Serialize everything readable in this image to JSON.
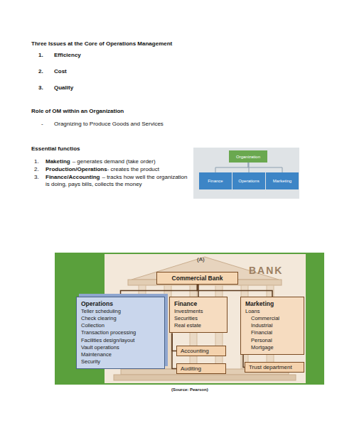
{
  "diagram": {
    "nodes": [
      {
        "text": [
          "Organization"
        ]
      },
      {
        "text": [
          "Finance"
        ]
      },
      {
        "text": [
          "Operations"
        ]
      },
      {
        "text": [
          "Marketing"
        ]
      },
      {
        "text": [
          "Commercial Bank"
        ]
      },
      {
        "text": [
          "Operations",
          "Teller scheduling",
          "Check clearing",
          "Collection",
          "Transaction processing",
          "Facilities design/layout",
          "Vault operations",
          "Maintenance",
          "Security"
        ]
      },
      {
        "text": [
          "Finance",
          "Investments",
          "Securities",
          "Real estate"
        ]
      },
      {
        "text": [
          "Accounting"
        ]
      },
      {
        "text": [
          "Auditing"
        ]
      },
      {
        "text": [
          "Marketing",
          "Loans",
          "Commercial",
          "Industrial",
          "Financial",
          "Personal",
          "Mortgage"
        ]
      },
      {
        "text": [
          "Trust department"
        ]
      }
    ],
    "edges": [
      {
        "from": 0,
        "to": 1,
        "arrow": "none"
      },
      {
        "from": 0,
        "to": 2,
        "arrow": "none"
      },
      {
        "from": 0,
        "to": 3,
        "arrow": "none"
      },
      {
        "from": 4,
        "to": 5,
        "arrow": "none"
      },
      {
        "from": 4,
        "to": 6,
        "arrow": "none"
      },
      {
        "from": 4,
        "to": 9,
        "arrow": "none"
      },
      {
        "from": 6,
        "to": 7,
        "arrow": "none"
      },
      {
        "from": 6,
        "to": 8,
        "arrow": "none"
      },
      {
        "from": 9,
        "to": 10,
        "arrow": "none"
      }
    ],
    "labels": [
      "Three Issues at the Core of Operations Management",
      "1.",
      "Efficiency",
      "2.",
      "Cost",
      "3.",
      "Quality",
      "Role of OM within an Organization",
      "-",
      "Oragnizing to Produce Goods and Services",
      "Essential functios",
      "1.",
      "Maketing",
      "– generates demand (take order)",
      "2.",
      "Production/Operations",
      "- creates the product",
      "3.",
      "Finance/Accounting",
      "– tracks how well the organization is doing, pays bills, collects the money",
      "(A)",
      "BANK",
      "(Source: Pearson)"
    ]
  }
}
